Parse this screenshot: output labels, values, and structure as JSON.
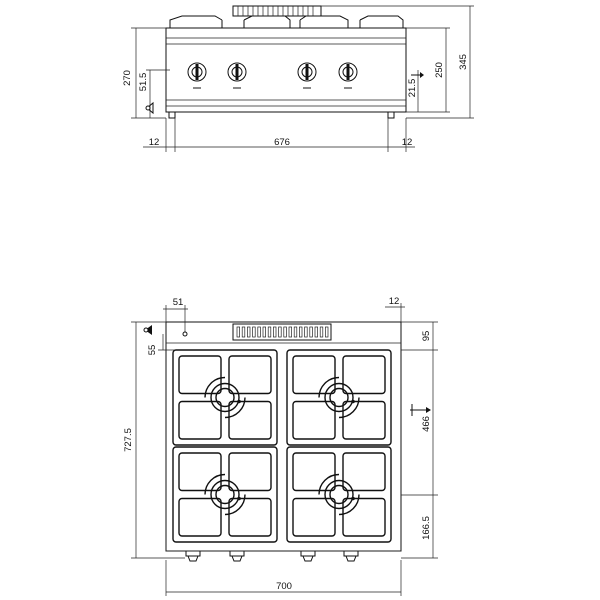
{
  "front_view": {
    "dims": {
      "height_total": "345",
      "height_body": "270",
      "height_top": "250",
      "knob_offset": "51.5",
      "right_offset": "21.5",
      "width_body": "676",
      "left_margin": "12",
      "right_margin": "12"
    },
    "knob_count": 4
  },
  "top_view": {
    "dims": {
      "width_total": "700",
      "depth_total": "727.5",
      "back_offset": "95",
      "burner_pitch": "466",
      "front_offset": "166.5",
      "side_offset": "55",
      "left_inset": "51",
      "right_inset": "12"
    },
    "burner_count": 4
  },
  "colors": {
    "line": "#111111",
    "background": "#ffffff"
  },
  "icons": [
    "ground-symbol-icon",
    "gas-inlet-arrow-icon"
  ]
}
